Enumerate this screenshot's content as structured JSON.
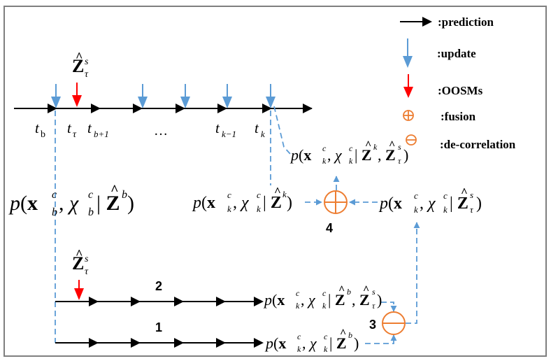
{
  "legend": {
    "prediction": ":prediction",
    "update": ":update",
    "oosm": ":OOSMs",
    "fusion": ":fusion",
    "decorrelation": ":de-correlation"
  },
  "time_labels": [
    "t_b",
    "t_τ",
    "t_{b+1}",
    "…",
    "t_{k−1}",
    "t_k"
  ],
  "measurement_labels": [
    "Ẑ^s_τ",
    "Ẑ^s_τ"
  ],
  "densities": {
    "prior_b": "p(x^c_b, χ^c_b | Ẑ^b)",
    "prior_k": "p(x^c_k, χ^c_k | Ẑ^k)",
    "posterior_fused": "p(x^c_k, χ^c_k | Ẑ^k, Ẑ^s_τ)",
    "decorrelated": "p(x^c_k, χ^c_k | Ẑ^s_τ)",
    "path2": "p(x^c_k, χ^c_k | Ẑ^b, Ẑ^s_τ)",
    "path1": "p(x^c_k, χ^c_k | Ẑ^b)"
  },
  "node_labels": {
    "fusion_node": "4",
    "decorr_node": "3",
    "path2": "2",
    "path1": "1"
  },
  "colors": {
    "blue": "#5B9BD5",
    "red": "#FF0000",
    "orange": "#ED7D31",
    "black": "#000000",
    "border": "#7F7F7F"
  }
}
